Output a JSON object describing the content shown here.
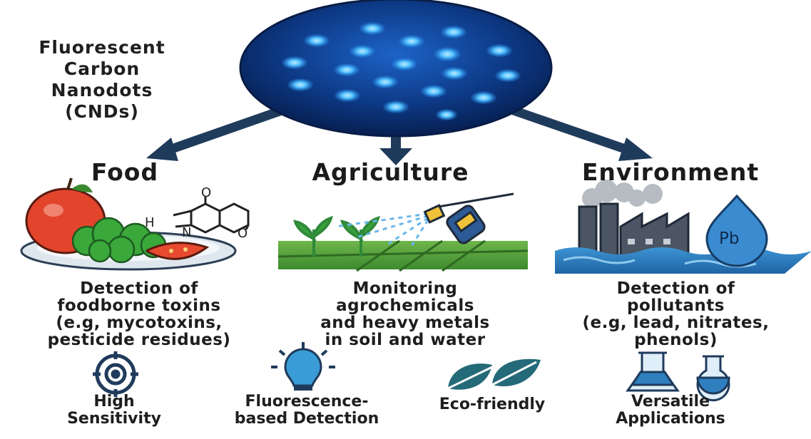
{
  "title_lines": [
    "Fluorescent",
    "Carbon",
    "Nanodots",
    "(CNDs)"
  ],
  "sections": [
    {
      "heading": "Food",
      "desc_lines": [
        "Detection of",
        "foodborne toxins",
        "(e.g, mycotoxins,",
        "pesticide residues)"
      ],
      "molecule_labels": [
        "O",
        "H",
        "N",
        "O"
      ],
      "icon": "fruit-vegetable-plate-icon"
    },
    {
      "heading": "Agriculture",
      "desc_lines": [
        "Monitoring",
        "agrochemicals",
        "and heavy metals",
        "in soil and water"
      ],
      "icon": "sprayer-field-icon"
    },
    {
      "heading": "Environment",
      "desc_lines": [
        "Detection of",
        "pollutants",
        "(e.g, lead, nitrates,",
        "phenols)"
      ],
      "drop_label": "Pb",
      "icon": "factory-water-icon"
    }
  ],
  "features": [
    {
      "lines": [
        "High",
        "Sensitivity"
      ],
      "icon": "target-icon"
    },
    {
      "lines": [
        "Fluorescence-",
        "based Detection"
      ],
      "icon": "lightbulb-icon"
    },
    {
      "lines": [
        "Eco-friendly"
      ],
      "icon": "leaf-icon"
    },
    {
      "lines": [
        "Versatile",
        "Applications"
      ],
      "icon": "flask-icon"
    }
  ],
  "colors": {
    "navy": "#1f3b5c",
    "dot_blue": "#4fb8ff",
    "sphere_dark": "#0b2a66",
    "tomato": "#e2452c",
    "leaf_green": "#2f8a3a",
    "water_blue": "#2e7fbf",
    "teal": "#246a78"
  }
}
